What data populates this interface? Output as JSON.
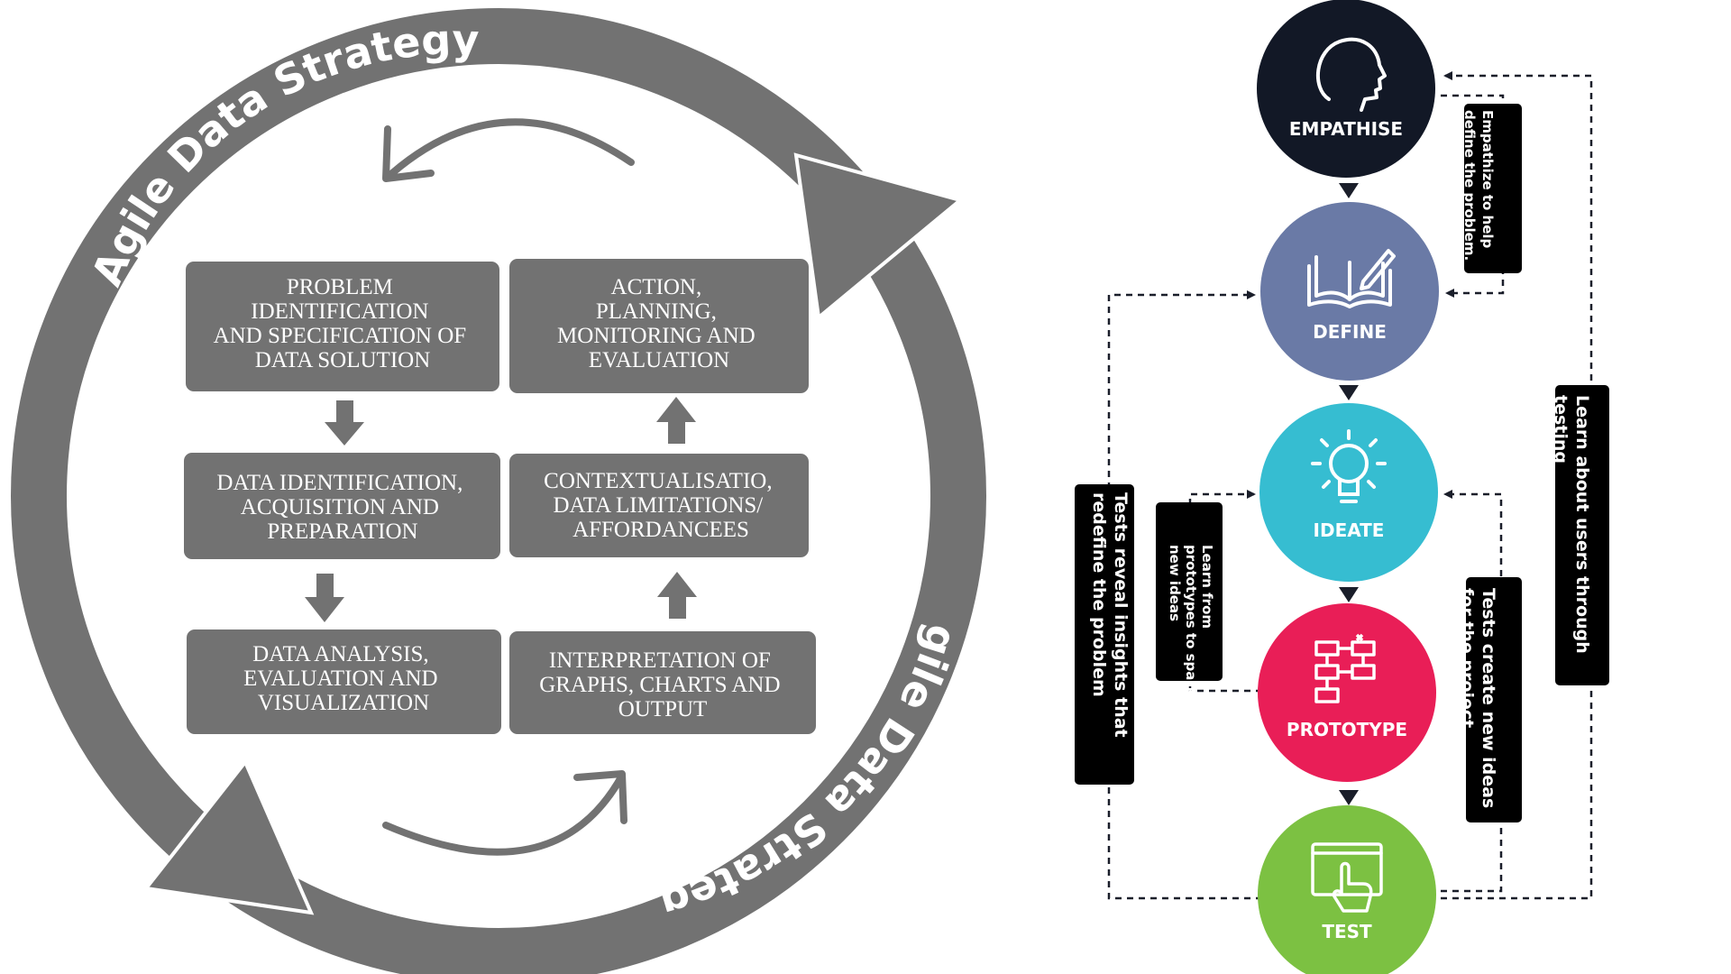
{
  "agile": {
    "ring_label_top": "Agile Data Strategy",
    "ring_label_bottom": "Agile Data Strategy",
    "boxes": {
      "problem": [
        "PROBLEM",
        "IDENTIFICATION",
        "AND SPECIFICATION OF",
        "DATA SOLUTION"
      ],
      "data_id": [
        "DATA IDENTIFICATION,",
        "ACQUISITION AND",
        "PREPARATION"
      ],
      "analysis": [
        "DATA ANALYSIS,",
        "EVALUATION AND",
        "VISUALIZATION"
      ],
      "interpretation": [
        "INTERPRETATION OF",
        "GRAPHS, CHARTS AND",
        "OUTPUT"
      ],
      "context": [
        "CONTEXTUALISATIO,",
        "DATA LIMITATIONS/",
        "AFFORDANCEES"
      ],
      "action": [
        "ACTION,",
        "PLANNING,",
        "MONITORING AND",
        "EVALUATION"
      ]
    },
    "colors": {
      "ring": "#727272",
      "box": "#727272"
    }
  },
  "design": {
    "nodes": {
      "empathise": {
        "label": "EMPATHISE",
        "color": "#121826",
        "icon": "head-icon"
      },
      "define": {
        "label": "DEFINE",
        "color": "#6a7aa6",
        "icon": "book-icon"
      },
      "ideate": {
        "label": "IDEATE",
        "color": "#36bdd1",
        "icon": "lightbulb-icon"
      },
      "prototype": {
        "label": "PROTOTYPE",
        "color": "#e91e57",
        "icon": "flowchart-icon"
      },
      "test": {
        "label": "TEST",
        "color": "#7cc142",
        "icon": "pointer-icon"
      }
    },
    "notes": {
      "empathize_define": [
        "Empathize to help",
        "define the problem."
      ],
      "learn_testing": [
        "Learn about users through",
        "testing"
      ],
      "tests_reveal": [
        "Tests reveal insights that",
        "redefine the problem"
      ],
      "learn_prototypes": [
        "Learn from",
        "prototypes to spark",
        "new ideas"
      ],
      "tests_create": [
        "Tests create new ideas",
        "for the project"
      ]
    }
  }
}
